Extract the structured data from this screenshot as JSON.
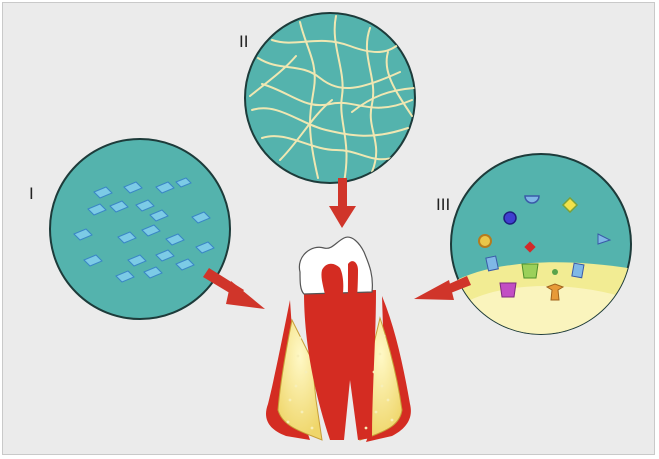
{
  "labels": {
    "panel_1": "I",
    "panel_2": "II",
    "panel_3": "III"
  },
  "colors": {
    "background": "#ebebeb",
    "circle_fill": "#54b3ad",
    "circle_stroke": "#1d3b3a",
    "fiber": "#efe7b2",
    "arrow": "#d0352a",
    "tooth_red": "#d42c22",
    "bone_yellow": "#d8c15a",
    "enamel": "#ffffff"
  },
  "icons": {
    "panel_1": "cells-icon",
    "panel_2": "fibers-icon",
    "panel_3": "particles-icon",
    "center": "tooth-icon"
  }
}
